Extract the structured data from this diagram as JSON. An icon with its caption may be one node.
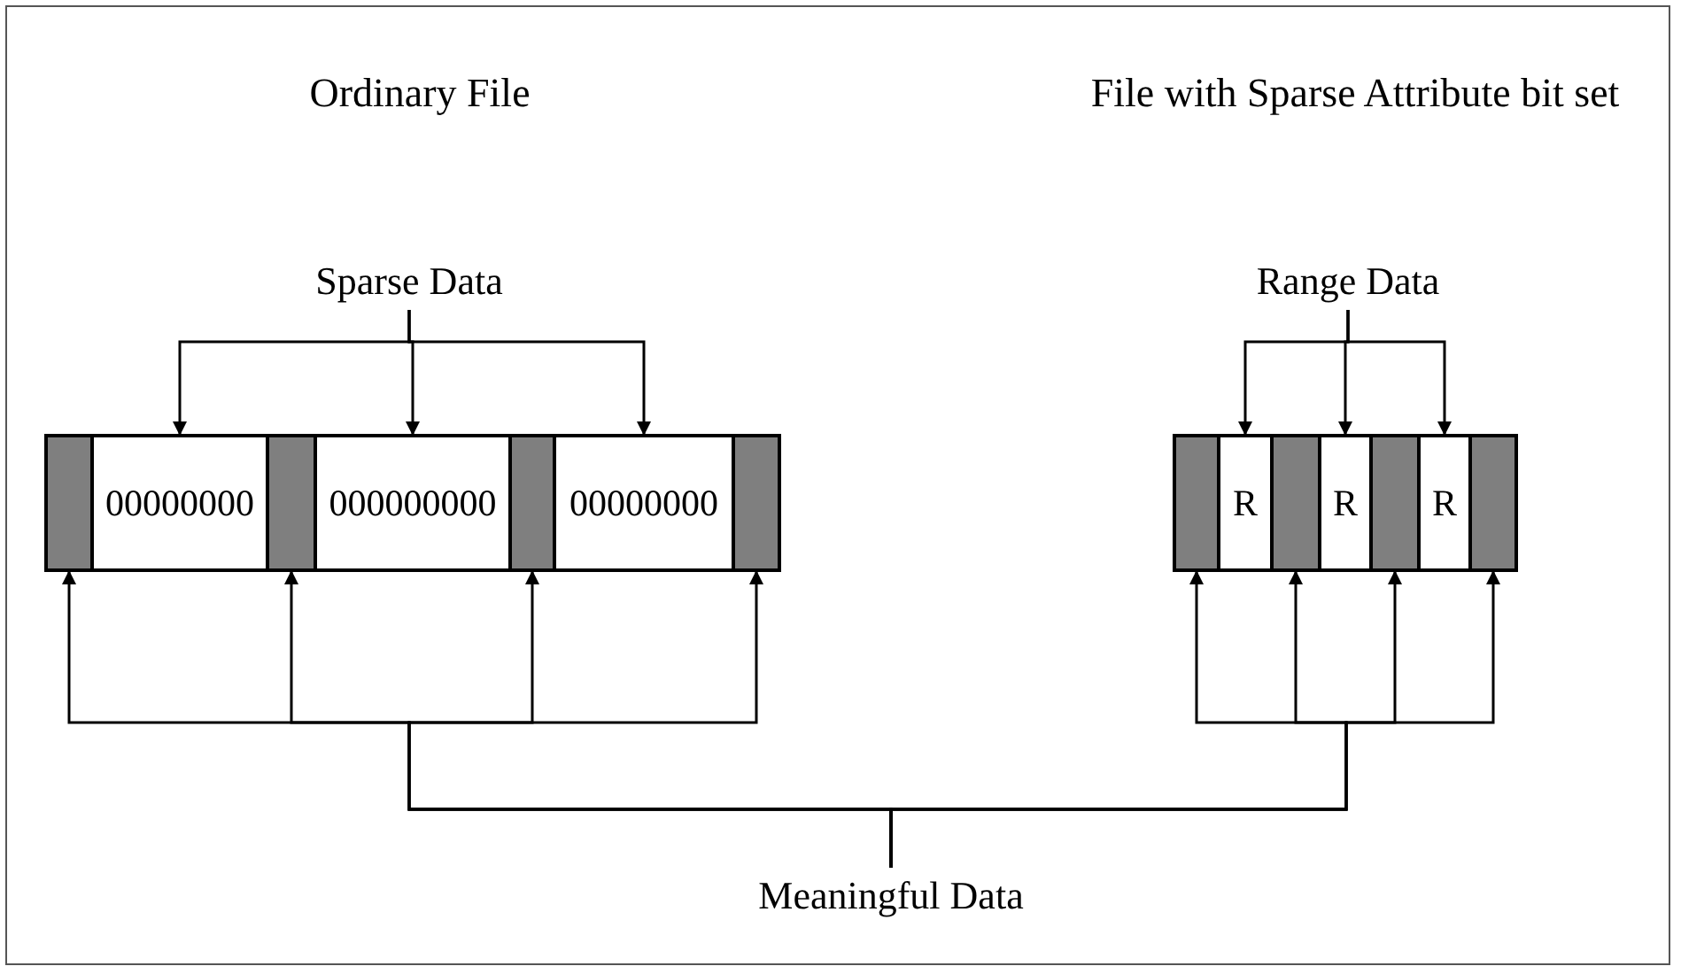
{
  "diagram": {
    "nodes": [
      {
        "text": [
          "Sparse Data"
        ]
      },
      {
        "text": [
          "Range Data"
        ]
      },
      {
        "text": [],
        "shape": "bar"
      },
      {
        "text": [
          "00000000"
        ]
      },
      {
        "text": [],
        "shape": "bar"
      },
      {
        "text": [
          "000000000"
        ]
      },
      {
        "text": [],
        "shape": "bar"
      },
      {
        "text": [
          "00000000"
        ]
      },
      {
        "text": [],
        "shape": "bar"
      },
      {
        "text": [],
        "shape": "bar"
      },
      {
        "text": [
          "R"
        ]
      },
      {
        "text": [],
        "shape": "bar"
      },
      {
        "text": [
          "R"
        ]
      },
      {
        "text": [],
        "shape": "bar"
      },
      {
        "text": [
          "R"
        ]
      },
      {
        "text": [],
        "shape": "bar"
      },
      {
        "text": [
          "Meaningful Data"
        ]
      }
    ],
    "edges": [
      {
        "from": 0,
        "to": 3,
        "arrow": "to"
      },
      {
        "from": 0,
        "to": 5,
        "arrow": "to"
      },
      {
        "from": 0,
        "to": 7,
        "arrow": "to"
      },
      {
        "from": 1,
        "to": 10,
        "arrow": "to"
      },
      {
        "from": 1,
        "to": 12,
        "arrow": "to"
      },
      {
        "from": 1,
        "to": 14,
        "arrow": "to"
      },
      {
        "from": 16,
        "to": 2,
        "arrow": "to"
      },
      {
        "from": 16,
        "to": 4,
        "arrow": "to"
      },
      {
        "from": 16,
        "to": 6,
        "arrow": "to"
      },
      {
        "from": 16,
        "to": 8,
        "arrow": "to"
      },
      {
        "from": 16,
        "to": 9,
        "arrow": "to"
      },
      {
        "from": 16,
        "to": 11,
        "arrow": "to"
      },
      {
        "from": 16,
        "to": 13,
        "arrow": "to"
      },
      {
        "from": 16,
        "to": 15,
        "arrow": "to"
      }
    ],
    "labels": [
      "Ordinary File",
      "File with Sparse Attribute bit set"
    ]
  }
}
